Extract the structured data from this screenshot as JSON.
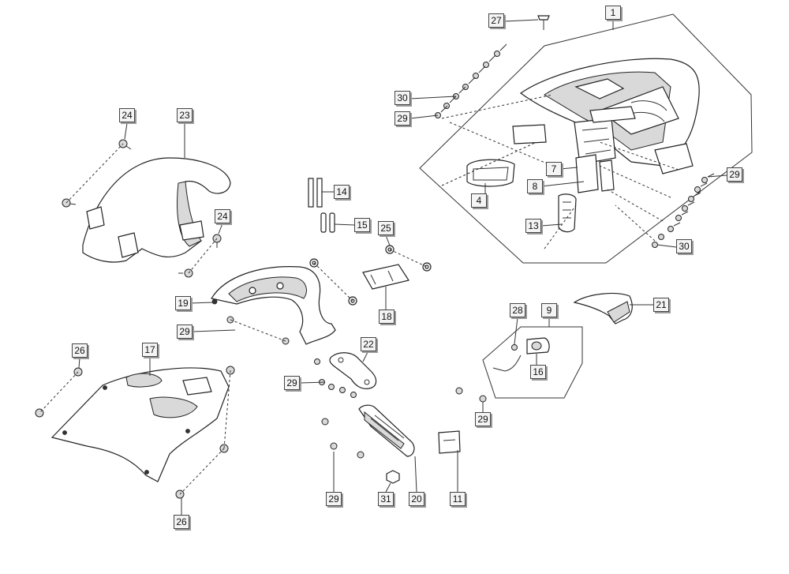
{
  "diagram": {
    "callouts": [
      "1",
      "27",
      "30",
      "29",
      "7",
      "8",
      "4",
      "13",
      "29",
      "30",
      "24",
      "23",
      "14",
      "15",
      "25",
      "24",
      "19",
      "18",
      "29",
      "22",
      "29",
      "26",
      "17",
      "29",
      "31",
      "20",
      "11",
      "28",
      "9",
      "16",
      "21",
      "29",
      "26"
    ]
  }
}
